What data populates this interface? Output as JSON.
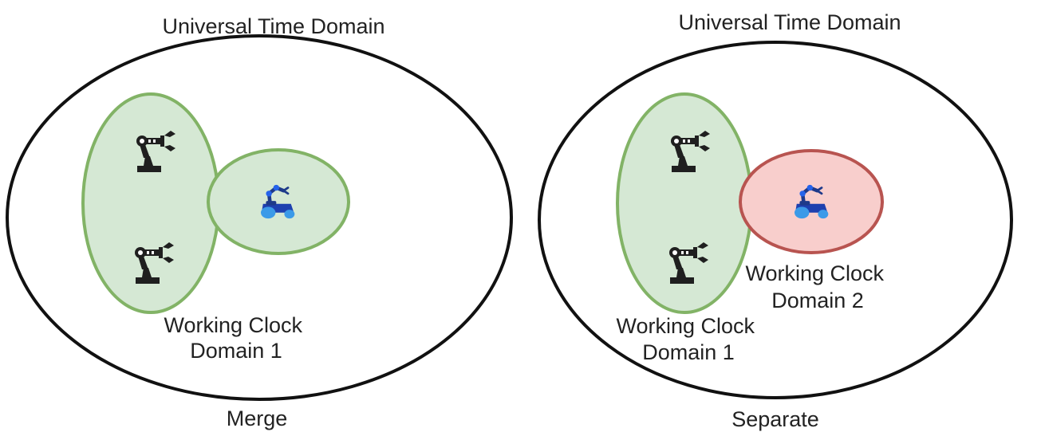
{
  "panels": {
    "merge": {
      "outer_title": "Universal Time Domain",
      "domain_label_line1": "Working Clock",
      "domain_label_line2": "Domain 1",
      "caption": "Merge",
      "domain_fill": "#d5e8d4",
      "domain_stroke": "#82b366"
    },
    "separate": {
      "outer_title": "Universal Time Domain",
      "domain1_label_line1": "Working Clock",
      "domain1_label_line2": "Domain 1",
      "domain2_label_line1": "Working Clock",
      "domain2_label_line2": "Domain 2",
      "caption": "Separate",
      "domain1_fill": "#d5e8d4",
      "domain1_stroke": "#82b366",
      "domain2_fill": "#f8cecc",
      "domain2_stroke": "#b85450"
    }
  },
  "icons": {
    "robot_arm": "robot-arm-icon",
    "mobile_robot": "mobile-robot-icon"
  }
}
